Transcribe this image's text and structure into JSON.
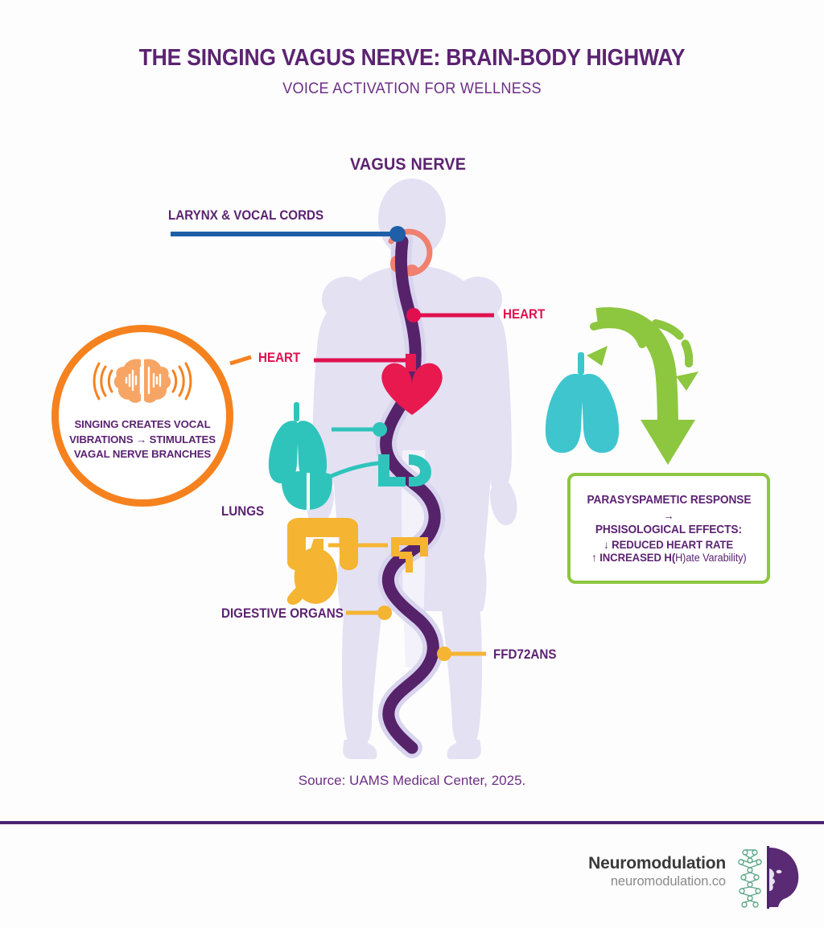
{
  "header": {
    "title": "THE SINGING VAGUS NERVE: BRAIN-BODY HIGHWAY",
    "subtitle": "VOICE ACTIVATION FOR WELLNESS"
  },
  "diagram": {
    "heading": "VAGUS NERVE",
    "labels": {
      "larynx": "LARYNX & VOCAL CORDS",
      "heart_right": "HEART",
      "heart_left": "HEART",
      "lungs": "LUNGS",
      "digestive": "DIGESTIVE ORGANS",
      "ffd": "FFD72ANS"
    }
  },
  "callout": {
    "text": "SINGING CREATES VOCAL VIBRATIONS → STIMULATES VAGAL NERVE BRANCHES",
    "icon": "brain-soundwave-icon"
  },
  "response_box": {
    "title": "PARASYSPAMETIC RESPONSE",
    "arrow": "→",
    "effects_heading": "PHSISOLOGICAL EFFECTS:",
    "effect_1": "↓ REDUCED HEART RATE",
    "effect_2_prefix": "↑ INCREASED H(",
    "effect_2_suffix": "H)ate Varability)"
  },
  "source": "Source: UAMS Medical Center, 2025.",
  "footer": {
    "brand_name": "Neuromodulation",
    "brand_url": "neuromodulation.co",
    "logo": "head-molecule-logo"
  },
  "colors": {
    "title_purple": "#5b2371",
    "nerve_purple": "#56236b",
    "body_lavender": "#e3e0f2",
    "heart_crimson": "#e0104f",
    "lungs_teal": "#2fc4bb",
    "digestive_amber": "#f5b431",
    "callout_orange": "#f5821f",
    "response_green": "#8dc63f",
    "larynx_blue": "#1f5fa8",
    "larynx_coral": "#f07f6e",
    "footer_divider": "#4b2472"
  }
}
